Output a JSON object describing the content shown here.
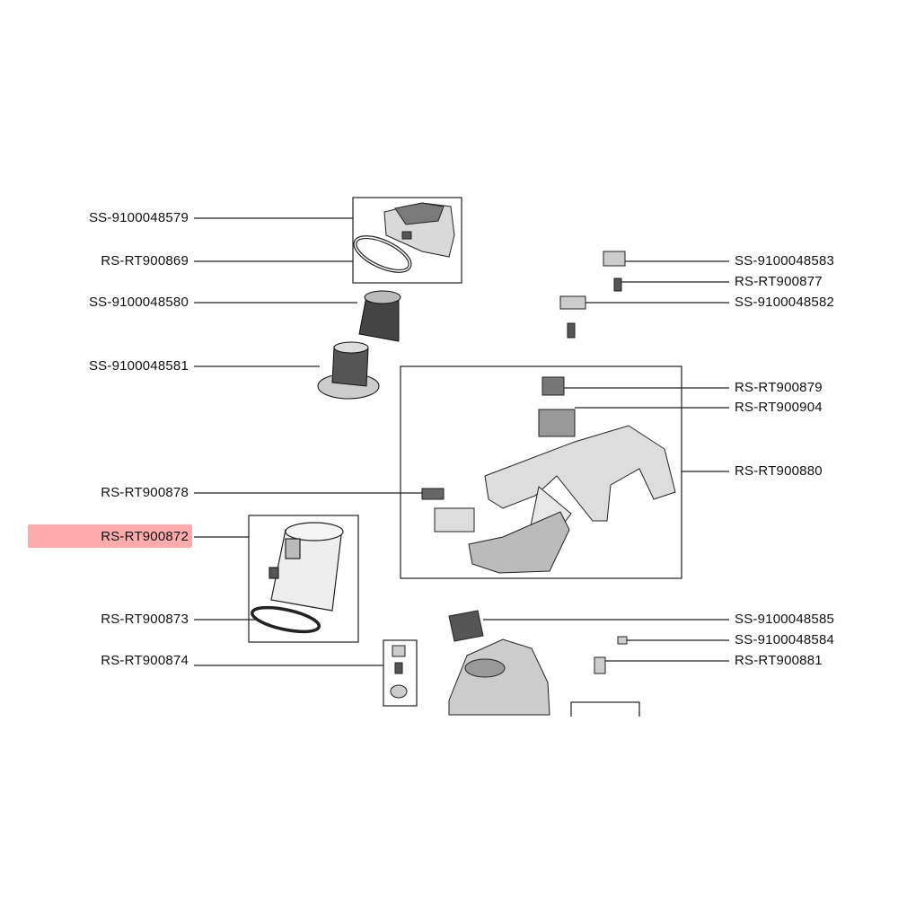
{
  "highlight_color": "#ff9c9c",
  "labels": {
    "ss_9100048579": "SS-9100048579",
    "rs_rt900869": "RS-RT900869",
    "ss_9100048580": "SS-9100048580",
    "ss_9100048581": "SS-9100048581",
    "rs_rt900878": "RS-RT900878",
    "rs_rt900872": "RS-RT900872",
    "rs_rt900873": "RS-RT900873",
    "rs_rt900874": "RS-RT900874",
    "ss_9100048583": "SS-9100048583",
    "rs_rt900877": "RS-RT900877",
    "ss_9100048582": "SS-9100048582",
    "rs_rt900879": "RS-RT900879",
    "rs_rt900904": "RS-RT900904",
    "rs_rt900880": "RS-RT900880",
    "ss_9100048585": "SS-9100048585",
    "ss_9100048584": "SS-9100048584",
    "rs_rt900881": "RS-RT900881"
  },
  "highlighted_part": "RS-RT900872"
}
